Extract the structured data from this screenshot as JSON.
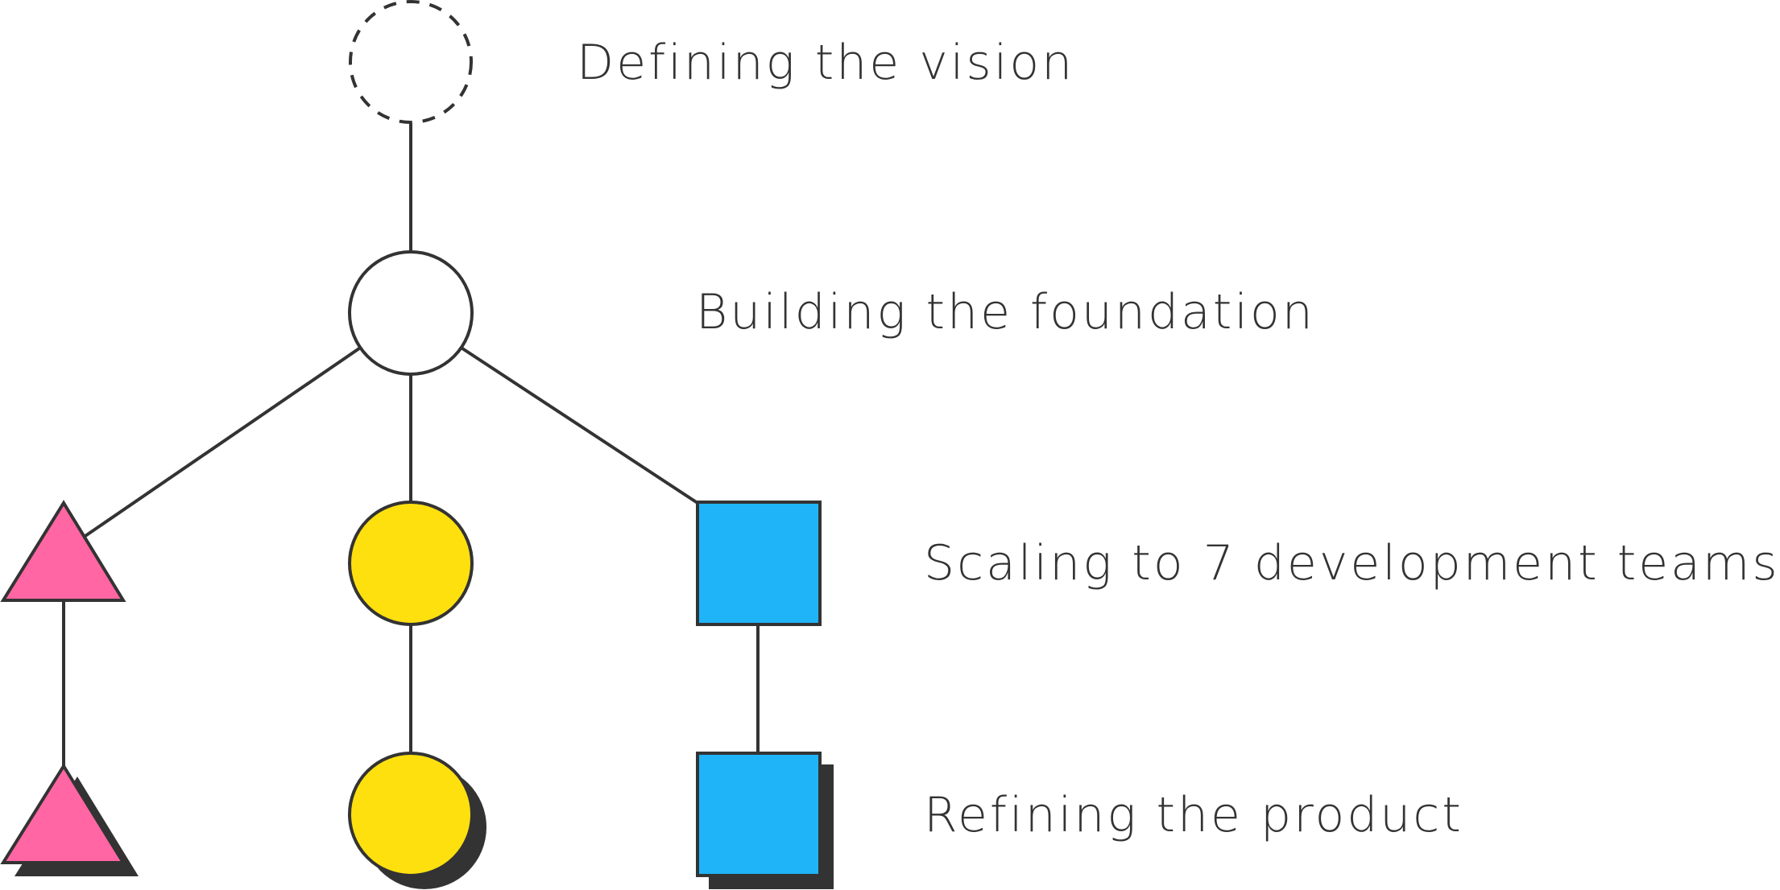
{
  "stages": [
    {
      "label": "Defining the vision"
    },
    {
      "label": "Building the foundation"
    },
    {
      "label": "Scaling to 7 development teams"
    },
    {
      "label": "Refining the product"
    }
  ],
  "colors": {
    "stroke": "#333333",
    "text": "#333333",
    "pink": "#ff66a3",
    "yellow": "#ffe00f",
    "blue": "#1eb4f7",
    "shadow": "#333333",
    "white": "#ffffff"
  },
  "shapes": {
    "vision": "dashed-circle",
    "foundation": "circle",
    "branches": [
      "triangle",
      "circle",
      "square"
    ]
  }
}
